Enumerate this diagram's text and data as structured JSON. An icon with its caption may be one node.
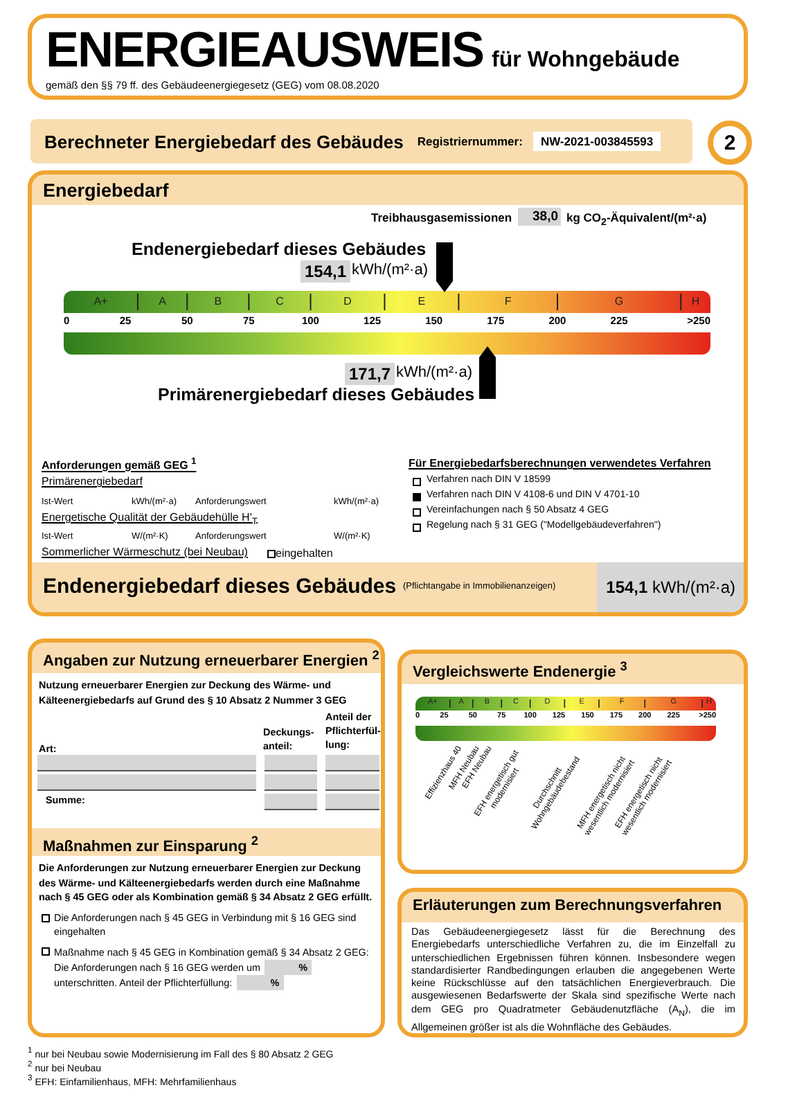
{
  "diagram": {
    "nodes": [
      {
        "text": [
          "ENERGIEAUSWEIS",
          "für Wohngebäude",
          "gemäß den §§ 79 ff. des Gebäudeenergiegesetz (GEG) vom 08.08.2020"
        ]
      },
      {
        "text": [
          "Berechneter Energiebedarf des Gebäudes",
          "Registriernummer:",
          "NW-2021-003845593"
        ]
      },
      {
        "text": [
          "2"
        ]
      },
      {
        "text": [
          "Energiebedarf"
        ]
      },
      {
        "text": [
          "Endenergiebedarf dieses Gebäudes",
          "(Pflichtangabe in Immobilienanzeigen)",
          "**154,1** kWh/(m²·a)"
        ],
        "in": 3
      },
      {
        "text": [
          "Angaben zur Nutzung erneuerbarer Energien $^{2}$"
        ]
      },
      {
        "text": [
          "Maßnahmen zur Einsparung $^{2}$"
        ],
        "in": 5
      },
      {
        "text": [
          "Vergleichswerte Endenergie $^{3}$"
        ]
      },
      {
        "text": [
          "Erläuterungen zum Berechnungsverfahren",
          "Das Gebäudeenergiegesetz lässt für die Berechnung des Energiebedarfs unterschiedliche Verfahren zu, die im Einzelfall zu unterschiedlichen Ergebnissen führen können. Insbesondere wegen standardisierter Randbedingungen erlauben die angegebenen Werte keine Rückschlüsse auf den tatsächlichen Energieverbrauch. Die ausgewiesenen Bedarfswerte der Skala sind spezifische Werte nach dem GEG pro Quadratmeter Gebäudenutzfläche (A$_{N}$), die im Allgemeinen größer ist als die Wohnfläche des Gebäudes."
        ]
      }
    ],
    "labels": [
      "Treibhausgasemissionen",
      "38,0",
      "kg CO$_{2}$-Äquivalent/(m²·a)",
      "Endenergiebedarf dieses Gebäudes",
      "154,1",
      "kWh/(m²·a)",
      "A+",
      "A",
      "B",
      "C",
      "D",
      "E",
      "F",
      "G",
      "H",
      "0",
      "25",
      "50",
      "75",
      "100",
      "125",
      "150",
      "175",
      "200",
      "225",
      ">250",
      "171,7",
      "kWh/(m²·a)",
      "Primärenergiebedarf dieses Gebäudes",
      "Anforderungen gemäß GEG $^{1}$",
      "Primärenergiebedarf",
      "Ist-Wert",
      "kWh/(m²·a)",
      "Anforderungswert",
      "kWh/(m²·a)",
      "Energetische Qualität der Gebäudehülle H'$_{T}$",
      "Ist-Wert",
      "W/(m²·K)",
      "Anforderungswert",
      "W/(m²·K)",
      "Sommerlicher Wärmeschutz (bei Neubau)",
      "eingehalten",
      "Für Energiebedarfsberechnungen verwendetes Verfahren",
      "Verfahren nach DIN V 18599",
      "Verfahren nach DIN V 4108-6 und DIN V 4701-10",
      "Vereinfachungen nach § 50 Absatz 4 GEG",
      "Regelung nach § 31 GEG (\"Modellgebäudeverfahren\")",
      "Nutzung erneuerbarer Energien zur Deckung des Wärme- und Kälteenergiebedarfs auf Grund des § 10 Absatz 2 Nummer 3 GEG",
      "Art:",
      "Deckungs- anteil:",
      "Anteil der Pflichterfül- lung:",
      "Summe:",
      "Die Anforderungen zur Nutzung erneuerbarer Energien zur Deckung des Wärme- und Kälteenergiebedarfs werden durch eine Maßnahme nach § 45 GEG oder als Kombination gemäß § 34 Absatz 2 GEG erfüllt.",
      "Die Anforderungen nach § 45 GEG in Verbindung mit § 16 GEG sind eingehalten",
      "Maßnahme nach § 45 GEG in Kombination gemäß § 34 Absatz 2 GEG: Die Anforderungen nach § 16 GEG werden um",
      "%",
      "unterschritten. Anteil der Pflichterfüllung:",
      "%",
      "A+",
      "A",
      "B",
      "C",
      "D",
      "E",
      "F",
      "G",
      "H",
      "0",
      "25",
      "50",
      "75",
      "100",
      "125",
      "150",
      "175",
      "200",
      "225",
      ">250",
      "Effizienzhaus 40",
      "MFH Neubau",
      "EFH Neubau",
      "EFH energetisch gut modernisiert",
      "Durchschnitt Wohngebäudebestand",
      "MFH energetisch nicht wesentlich modernisiert",
      "EFH energetisch nicht wesentlich modernisiert",
      "$^{1}$ nur bei Neubau sowie Modernisierung im Fall des § 80 Absatz 2 GEG",
      "$^{2}$ nur bei Neubau",
      "$^{3}$ EFH: Einfamilienhaus, MFH: Mehrfamilienhaus"
    ]
  }
}
